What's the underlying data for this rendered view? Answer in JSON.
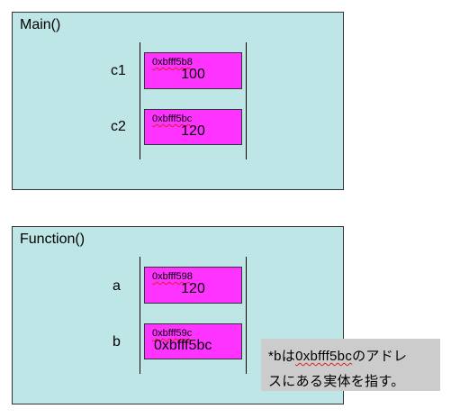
{
  "main": {
    "title": "Main()",
    "vars": [
      {
        "label": "c1",
        "address": "0xbfff5b8",
        "value": "100"
      },
      {
        "label": "c2",
        "address": "0xbfff5bc",
        "value": "120"
      }
    ]
  },
  "function": {
    "title": "Function()",
    "vars": [
      {
        "label": "a",
        "address": "0xbfff598",
        "value": "120"
      },
      {
        "label": "b",
        "address": "0xbfff59c",
        "value": "0xbfff5bc"
      }
    ]
  },
  "note": {
    "prefix": "*bは",
    "pointer": "0xbfff5bc",
    "line1_rest": "のアドレ",
    "line2": "スにある実体を指す。"
  }
}
